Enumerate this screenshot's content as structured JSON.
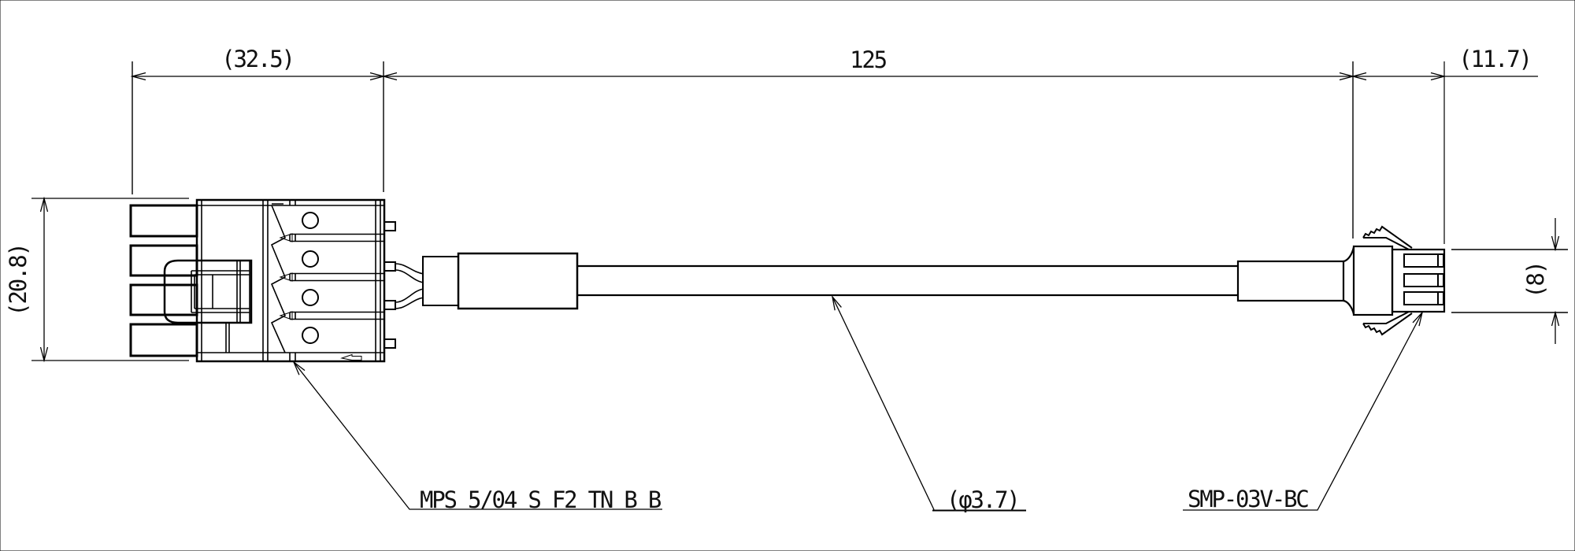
{
  "drawing": {
    "kind": "cable-assembly-outline-drawing",
    "dims": {
      "left_connector_width": "(32.5)",
      "cable_length": "125",
      "right_connector_width": "(11.7)",
      "left_connector_height": "(20.8)",
      "right_connector_height": "(8)",
      "cable_diameter": "(φ3.7)"
    },
    "labels": {
      "left_connector": "MPS 5/04 S F2 TN B B",
      "right_connector": "SMP-03V-BC"
    },
    "colors": {
      "line": "#000000",
      "extension_line": "#8a8a8a",
      "background": "#ffffff"
    }
  }
}
